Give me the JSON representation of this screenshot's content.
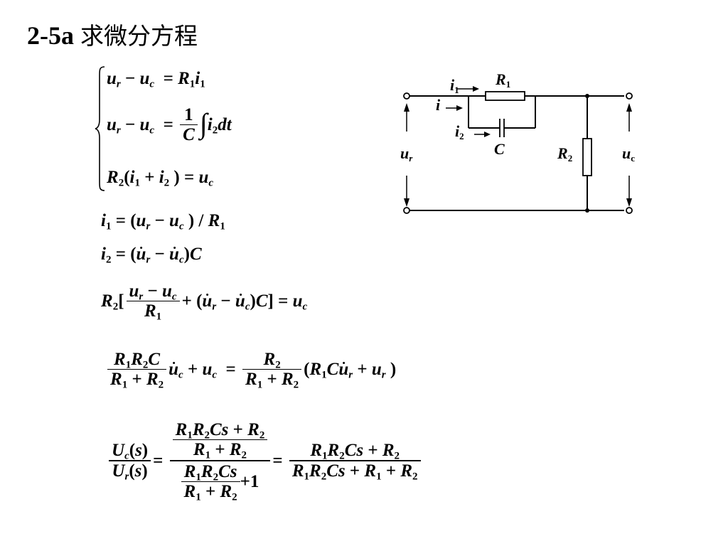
{
  "slide": {
    "title_code": "2-5a",
    "title_text": "求微分方程"
  },
  "circuit": {
    "label_i1": "i",
    "label_i1_sub": "1",
    "label_R1": "R",
    "label_R1_sub": "1",
    "label_i": "i",
    "label_i2": "i",
    "label_i2_sub": "2",
    "label_C": "C",
    "label_ur": "u",
    "label_ur_sub": "r",
    "label_R2": "R",
    "label_R2_sub": "2",
    "label_uc": "u",
    "label_uc_sub": "c"
  }
}
